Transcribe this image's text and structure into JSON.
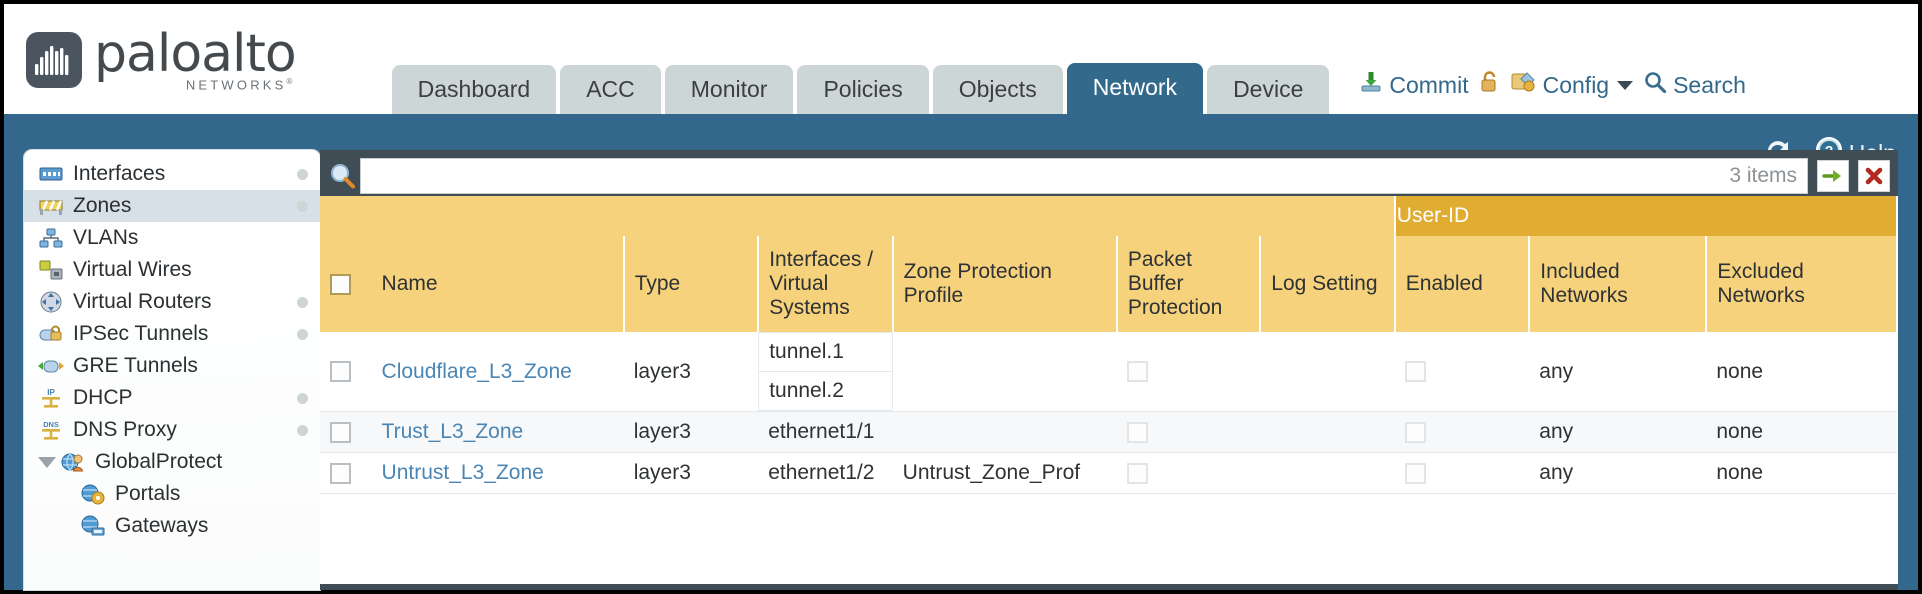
{
  "brand": {
    "name": "paloalto",
    "sub": "NETWORKS",
    "sup": "®"
  },
  "nav": {
    "tabs": [
      {
        "label": "Dashboard",
        "active": false
      },
      {
        "label": "ACC",
        "active": false
      },
      {
        "label": "Monitor",
        "active": false
      },
      {
        "label": "Policies",
        "active": false
      },
      {
        "label": "Objects",
        "active": false
      },
      {
        "label": "Network",
        "active": true
      },
      {
        "label": "Device",
        "active": false
      }
    ]
  },
  "top_actions": {
    "commit": "Commit",
    "lock_icon": "padlock-icon",
    "config": "Config",
    "search": "Search"
  },
  "blueband": {
    "refresh_icon": "refresh-icon",
    "help": "Help"
  },
  "sidebar": {
    "items": [
      {
        "label": "Interfaces",
        "icon": "interfaces-icon",
        "selected": false,
        "dot": true,
        "child": false,
        "expander": false
      },
      {
        "label": "Zones",
        "icon": "zones-icon",
        "selected": true,
        "dot": true,
        "child": false,
        "expander": false
      },
      {
        "label": "VLANs",
        "icon": "vlans-icon",
        "selected": false,
        "dot": false,
        "child": false,
        "expander": false
      },
      {
        "label": "Virtual Wires",
        "icon": "virtual-wires-icon",
        "selected": false,
        "dot": false,
        "child": false,
        "expander": false
      },
      {
        "label": "Virtual Routers",
        "icon": "virtual-routers-icon",
        "selected": false,
        "dot": true,
        "child": false,
        "expander": false
      },
      {
        "label": "IPSec Tunnels",
        "icon": "ipsec-tunnels-icon",
        "selected": false,
        "dot": true,
        "child": false,
        "expander": false
      },
      {
        "label": "GRE Tunnels",
        "icon": "gre-tunnels-icon",
        "selected": false,
        "dot": false,
        "child": false,
        "expander": false
      },
      {
        "label": "DHCP",
        "icon": "dhcp-icon",
        "selected": false,
        "dot": true,
        "child": false,
        "expander": false
      },
      {
        "label": "DNS Proxy",
        "icon": "dns-proxy-icon",
        "selected": false,
        "dot": true,
        "child": false,
        "expander": false
      },
      {
        "label": "GlobalProtect",
        "icon": "globalprotect-icon",
        "selected": false,
        "dot": false,
        "child": false,
        "expander": true
      },
      {
        "label": "Portals",
        "icon": "portals-icon",
        "selected": false,
        "dot": false,
        "child": true,
        "expander": false
      },
      {
        "label": "Gateways",
        "icon": "gateways-icon",
        "selected": false,
        "dot": false,
        "child": true,
        "expander": false
      }
    ]
  },
  "search": {
    "value": "",
    "placeholder": "",
    "count": "3 items",
    "go_icon": "green-arrow-icon",
    "clear_icon": "red-x-icon"
  },
  "table": {
    "group_header": "User-ID",
    "columns": [
      "Name",
      "Type",
      "Interfaces / Virtual Systems",
      "Zone Protection Profile",
      "Packet Buffer Protection",
      "Log Setting",
      "Enabled",
      "Included Networks",
      "Excluded Networks"
    ],
    "rows": [
      {
        "name": "Cloudflare_L3_Zone",
        "type": "layer3",
        "interfaces": [
          "tunnel.1",
          "tunnel.2"
        ],
        "zone_protection_profile": "",
        "packet_buffer_protection": false,
        "log_setting": "",
        "enabled": false,
        "included_networks": "any",
        "excluded_networks": "none"
      },
      {
        "name": "Trust_L3_Zone",
        "type": "layer3",
        "interfaces": [
          "ethernet1/1"
        ],
        "zone_protection_profile": "",
        "packet_buffer_protection": false,
        "log_setting": "",
        "enabled": false,
        "included_networks": "any",
        "excluded_networks": "none"
      },
      {
        "name": "Untrust_L3_Zone",
        "type": "layer3",
        "interfaces": [
          "ethernet1/2"
        ],
        "zone_protection_profile": "Untrust_Zone_Prof",
        "packet_buffer_protection": false,
        "log_setting": "",
        "enabled": false,
        "included_networks": "any",
        "excluded_networks": "none"
      }
    ]
  },
  "colors": {
    "brand_blue": "#33688c",
    "header_amber": "#f6d27c",
    "group_amber": "#e0ac32",
    "panel_dark": "#414d55",
    "link_blue": "#4a86b5"
  }
}
